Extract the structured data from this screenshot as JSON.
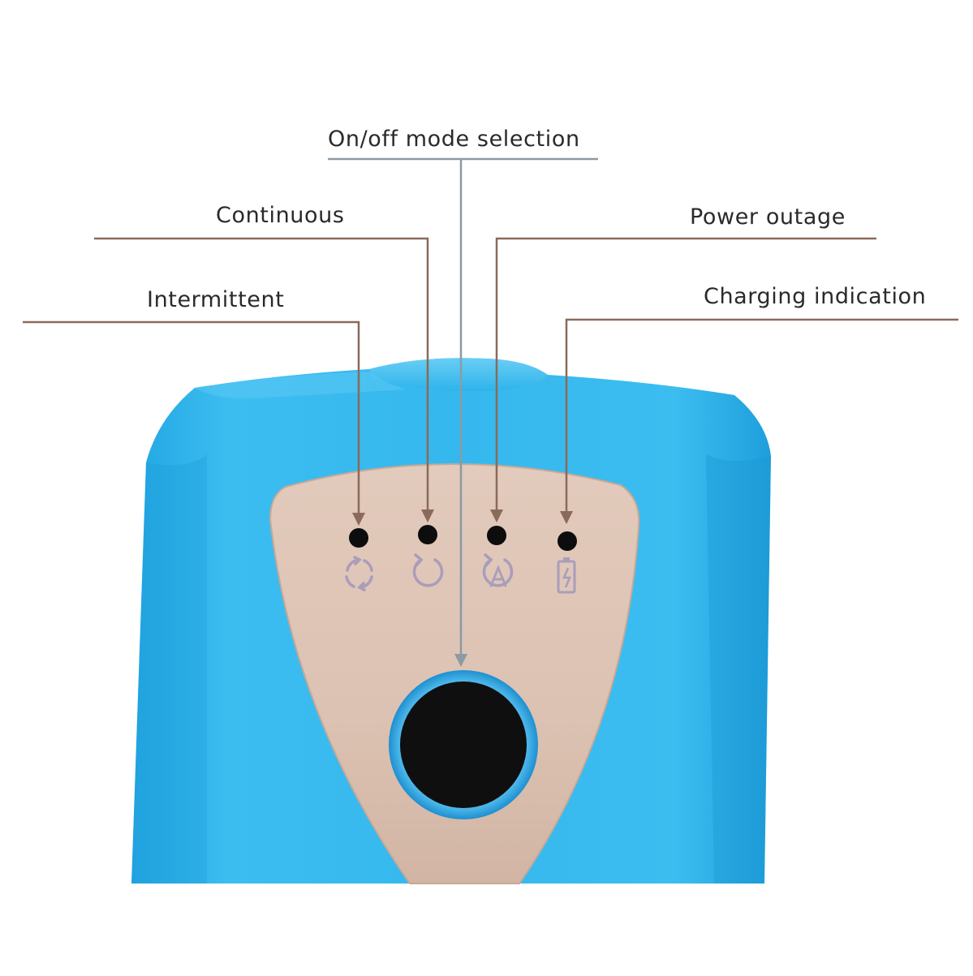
{
  "callouts": {
    "on_off": "On/off mode selection",
    "continuous": "Continuous",
    "intermittent": "Intermittent",
    "power_outage": "Power outage",
    "charging": "Charging indication"
  },
  "panel_icons": [
    "intermittent-icon",
    "continuous-icon",
    "auto-icon",
    "battery-charging-icon"
  ],
  "colors": {
    "device_blue": "#2db3ea",
    "panel_gold": "#dcc2b2",
    "leader_brown": "#8a6a5a",
    "leader_gray": "#8c9aa4",
    "button_ring": "#3aa6e8",
    "indicator_dot": "#0d0d0d",
    "icon_lilac": "#a99dba"
  }
}
